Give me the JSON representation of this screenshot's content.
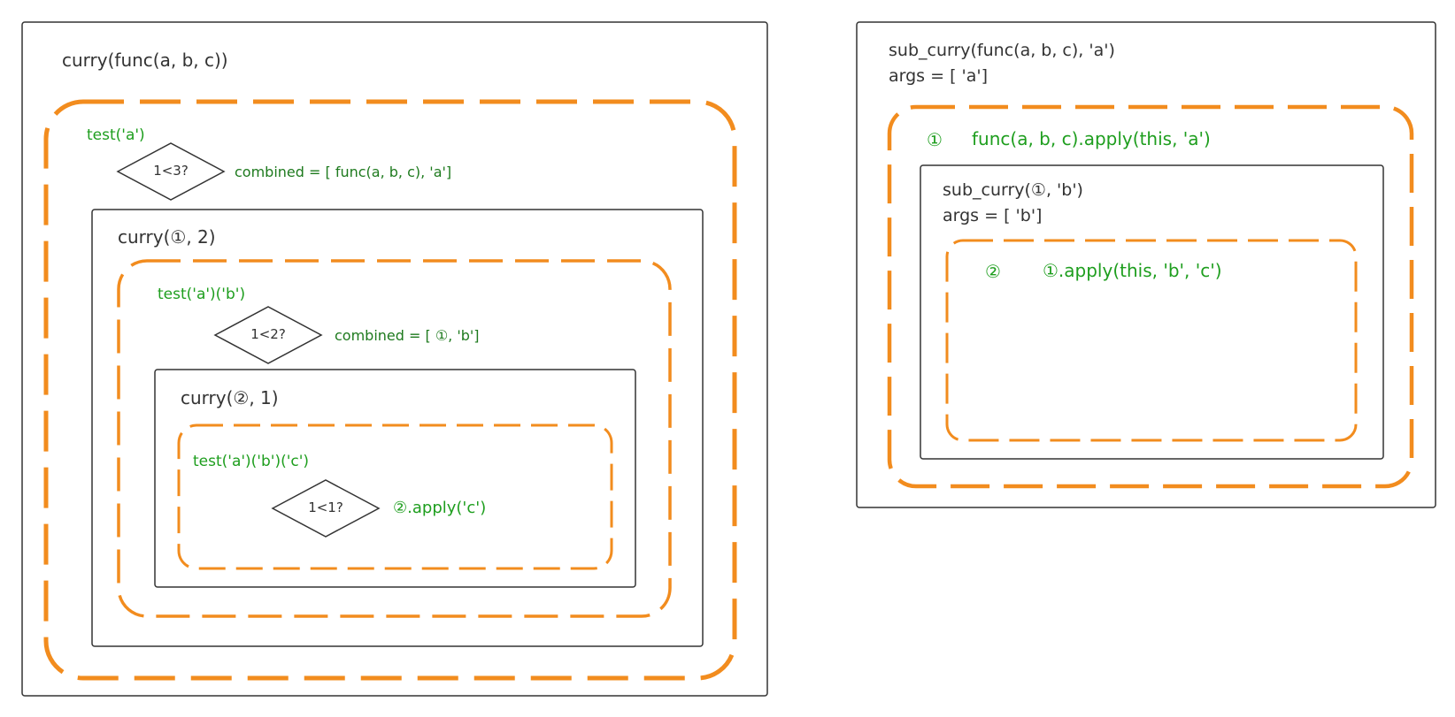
{
  "left": {
    "outer_title": "curry(func(a, b, c))",
    "l1": {
      "call": "test('a')",
      "cond": "1<3?",
      "result": "combined = [ func(a, b, c), 'a']"
    },
    "inner_title": "curry(①, 2)",
    "l2": {
      "call": "test('a')('b')",
      "cond": "1<2?",
      "result": "combined = [ ①, 'b']"
    },
    "inner2_title": "curry(②, 1)",
    "l3": {
      "call": "test('a')('b')('c')",
      "cond": "1<1?",
      "result": "②.apply('c')"
    }
  },
  "right": {
    "outer_title_1": "sub_curry(func(a, b, c), 'a')",
    "outer_title_2": "args = [ 'a']",
    "r1": {
      "marker": "①",
      "expr": "func(a, b, c).apply(this, 'a')"
    },
    "inner_title_1": "sub_curry(①, 'b')",
    "inner_title_2": "args = [ 'b']",
    "r2": {
      "marker": "②",
      "expr": "①.apply(this, 'b', 'c')"
    }
  },
  "colors": {
    "dash": "#f28c1e",
    "box": "#333333",
    "green": "#1e9e1e"
  }
}
